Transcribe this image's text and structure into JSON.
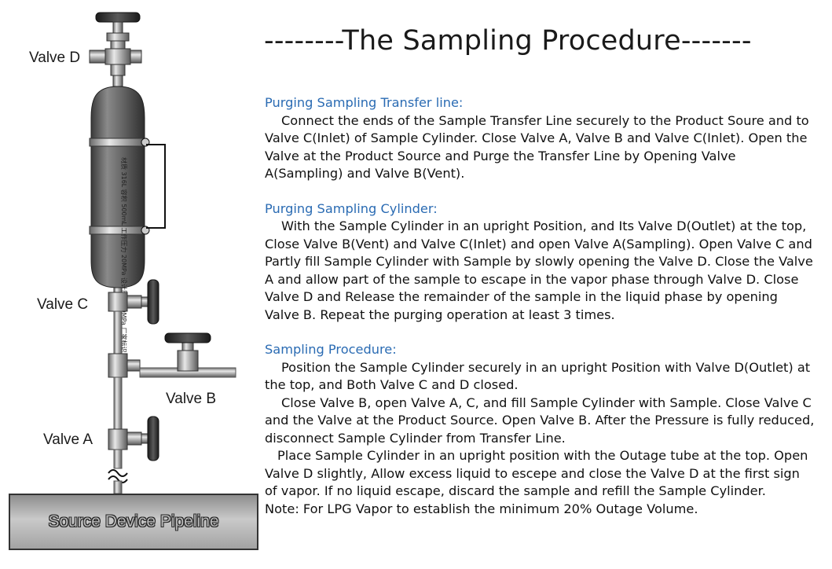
{
  "title": "--------The Sampling Procedure-------",
  "diagram": {
    "valves": {
      "d": "Valve D",
      "c": "Valve C",
      "b": "Valve B",
      "a": "Valve A"
    },
    "pipeline_label": "Source Device Pipeline",
    "cylinder_marking": "材质 316L  容积 500mL  工作压力 20MPa  设计压力 30MPa  厂家标识"
  },
  "sections": [
    {
      "heading": "Purging Sampling Transfer line:",
      "paragraphs": [
        "Connect the ends of  the Sample Transfer Line securely to the Product Soure and to Valve C(Inlet) of Sample Cylinder. Close Valve A, Valve B and Valve C(Inlet). Open the Valve at the Product Source and Purge the Transfer Line by Opening Valve A(Sampling) and Valve B(Vent)."
      ]
    },
    {
      "heading": "Purging Sampling Cylinder:",
      "paragraphs": [
        "With the Sample Cylinder in an upright Position, and Its Valve D(Outlet) at the top, Close Valve B(Vent) and Valve C(Inlet) and open Valve A(Sampling). Open Valve C and Partly fill Sample Cylinder with Sample by slowly opening the Valve D. Close the Valve A and allow part of the sample to escape in the vapor phase through Valve D. Close Valve D and Release the remainder of the sample in the liquid phase by opening Valve B. Repeat the purging operation at least 3 times."
      ]
    },
    {
      "heading": "Sampling Procedure:",
      "paragraphs": [
        "Position the Sample Cylinder securely in an upright Position with Valve D(Outlet) at the top, and Both Valve C and D closed.",
        "Close Valve B, open Valve A, C, and fill Sample Cylinder with Sample. Close Valve C and the Valve at the Product Source. Open Valve B. After the Pressure is fully reduced, disconnect Sample Cylinder from Transfer Line.",
        "Place Sample Cylinder in an upright position with the Outage tube at the top. Open Valve D slightly, Allow excess liquid to escepe and close the Valve D at the first sign of vapor. If no liquid escape, discard the sample and refill the Sample Cylinder.",
        "Note: For LPG Vapor to establish the minimum 20% Outage Volume."
      ]
    }
  ]
}
